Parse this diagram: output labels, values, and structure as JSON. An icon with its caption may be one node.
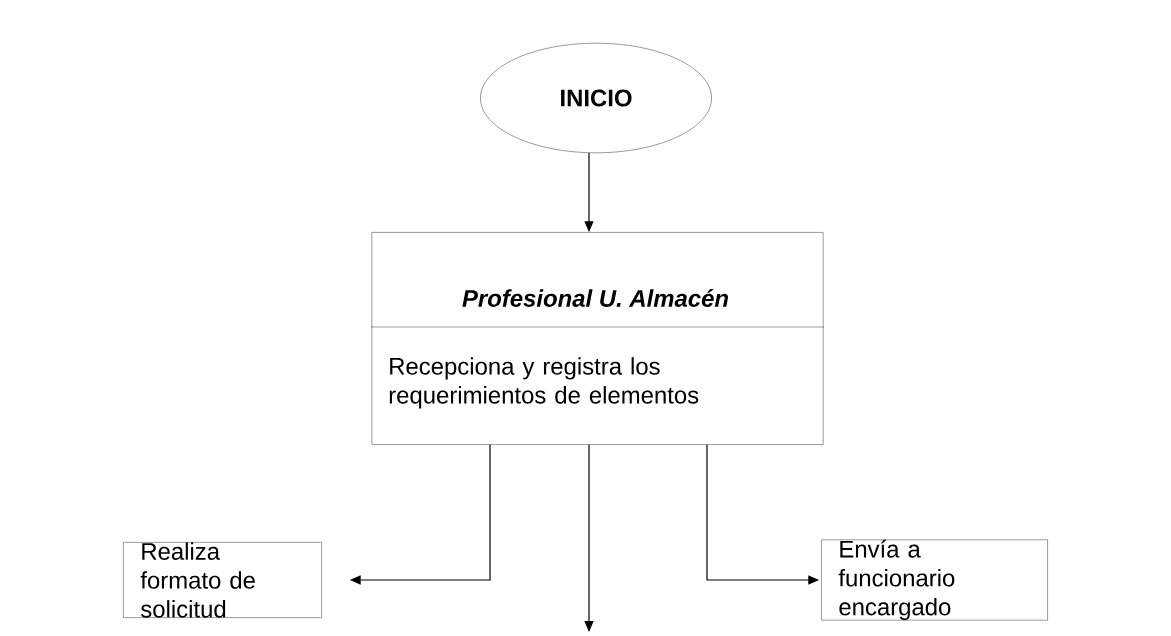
{
  "diagram": {
    "nodes": [
      {
        "text": [
          "INICIO"
        ]
      },
      {
        "text": [
          "Profesional U. Almacén",
          "Recepciona y registra los requerimientos de elementos"
        ]
      },
      {
        "text": [
          "Realiza formato de solicitud"
        ]
      },
      {
        "text": [
          "Envía a funcionario encargado"
        ]
      }
    ],
    "edges": [
      {
        "from": 0,
        "to": 1,
        "arrow": "to"
      },
      {
        "from": 1,
        "to": 2,
        "arrow": "to"
      },
      {
        "from": 1,
        "to": null,
        "arrow": "to"
      },
      {
        "from": 1,
        "to": 3,
        "arrow": "to"
      }
    ]
  }
}
